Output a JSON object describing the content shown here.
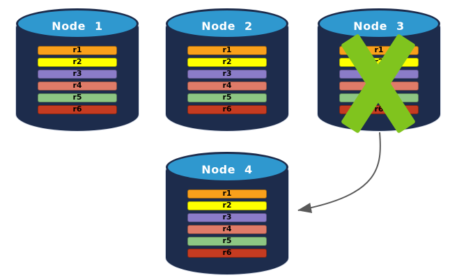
{
  "diagram": {
    "background": "#ffffff",
    "nodes": [
      {
        "label": "Node 1",
        "rows": [
          "r1",
          "r2",
          "r3",
          "r4",
          "r5",
          "r6"
        ],
        "failed": false
      },
      {
        "label": "Node 2",
        "rows": [
          "r1",
          "r2",
          "r3",
          "r4",
          "r5",
          "r6"
        ],
        "failed": false
      },
      {
        "label": "Node 3",
        "rows": [
          "r1",
          "r2",
          "r3",
          "r4",
          "r5",
          "r6"
        ],
        "failed": true
      },
      {
        "label": "Node 4",
        "rows": [
          "r1",
          "r2",
          "r3",
          "r4",
          "r5",
          "r6"
        ],
        "failed": false
      }
    ],
    "row_colors": [
      "#F9A01B",
      "#FFFF00",
      "#8B7CC8",
      "#DF7B68",
      "#8DC683",
      "#C53B21"
    ],
    "colors": {
      "cylinder_body": "#1D2C4C",
      "cylinder_top": "#2F98CF",
      "title_text": "#FFFFFF",
      "row_text": "#000000",
      "failure_x": "#80C41E",
      "arrow": "#595959"
    }
  }
}
